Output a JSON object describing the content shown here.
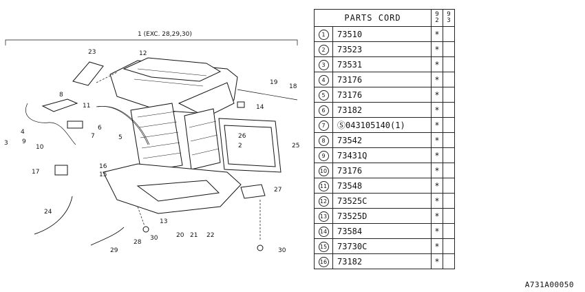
{
  "diagram": {
    "assembly_label": "1  (EXC. 28,29,30)",
    "callouts": [
      "23",
      "12",
      "8",
      "11",
      "19",
      "18",
      "14",
      "6",
      "7",
      "4",
      "3",
      "9",
      "10",
      "26",
      "2",
      "25",
      "5",
      "16",
      "15",
      "17",
      "27",
      "24",
      "13",
      "20",
      "21",
      "22",
      "30",
      "28",
      "29",
      "30"
    ]
  },
  "table": {
    "header_code": "PARTS CORD",
    "header_col1": "9 2",
    "header_col2": "9 3",
    "rows": [
      {
        "no": "1",
        "code": "73510",
        "m1": "*",
        "m2": ""
      },
      {
        "no": "2",
        "code": "73523",
        "m1": "*",
        "m2": ""
      },
      {
        "no": "3",
        "code": "73531",
        "m1": "*",
        "m2": ""
      },
      {
        "no": "4",
        "code": "73176",
        "m1": "*",
        "m2": ""
      },
      {
        "no": "5",
        "code": "73176",
        "m1": "*",
        "m2": ""
      },
      {
        "no": "6",
        "code": "73182",
        "m1": "*",
        "m2": ""
      },
      {
        "no": "7",
        "code": "Ⓢ043105140(1)",
        "m1": "*",
        "m2": ""
      },
      {
        "no": "8",
        "code": "73542",
        "m1": "*",
        "m2": ""
      },
      {
        "no": "9",
        "code": "73431Q",
        "m1": "*",
        "m2": ""
      },
      {
        "no": "10",
        "code": "73176",
        "m1": "*",
        "m2": ""
      },
      {
        "no": "11",
        "code": "73548",
        "m1": "*",
        "m2": ""
      },
      {
        "no": "12",
        "code": "73525C",
        "m1": "*",
        "m2": ""
      },
      {
        "no": "13",
        "code": "73525D",
        "m1": "*",
        "m2": ""
      },
      {
        "no": "14",
        "code": "73584",
        "m1": "*",
        "m2": ""
      },
      {
        "no": "15",
        "code": "73730C",
        "m1": "*",
        "m2": ""
      },
      {
        "no": "16",
        "code": "73182",
        "m1": "*",
        "m2": ""
      }
    ]
  },
  "drawing_id": "A731A00050"
}
